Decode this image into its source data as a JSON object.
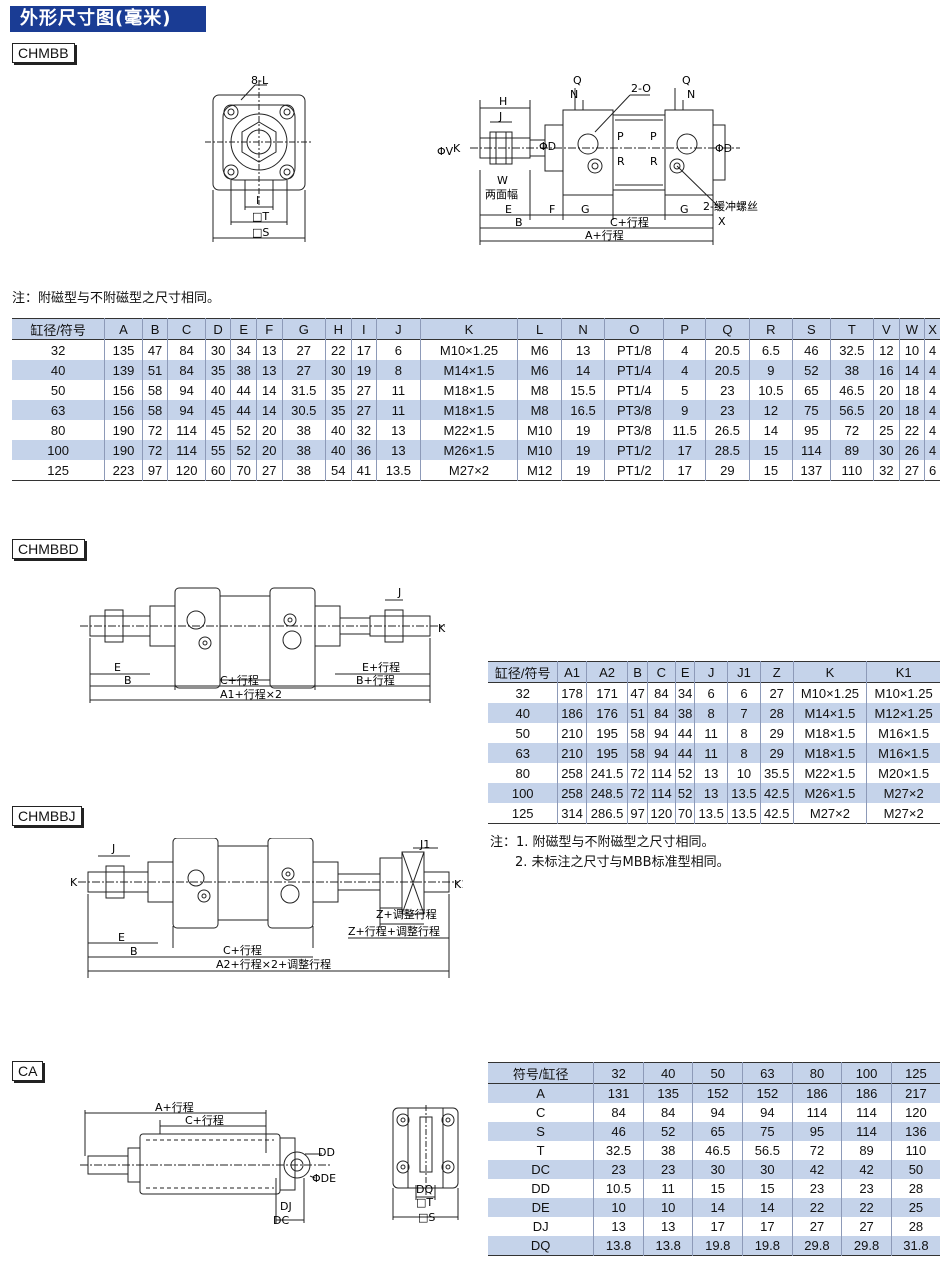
{
  "page": {
    "title": "外形尺寸图(毫米)"
  },
  "section1": {
    "label": "CHMBB",
    "front_labels": {
      "l": "8-L",
      "i": "I",
      "t": "□T",
      "s": "□S"
    },
    "side_labels": {
      "h": "H",
      "j": "J",
      "v": "ΦV",
      "k": "K",
      "d1": "ΦD",
      "w": "W",
      "wrench": "两面幅",
      "q1": "Q",
      "n1": "N",
      "o": "2-O",
      "p1": "P",
      "r1": "R",
      "q2": "Q",
      "n2": "N",
      "p2": "P",
      "r2": "R",
      "d2": "ΦD",
      "cushion": "2-缓冲螺丝",
      "x": "X",
      "e": "E",
      "f": "F",
      "g1": "G",
      "c": "C+行程",
      "g2": "G",
      "b": "B",
      "a": "A+行程"
    },
    "note": "注：附磁型与不附磁型之尺寸相同。",
    "table": {
      "headers": [
        "缸径/符号",
        "A",
        "B",
        "C",
        "D",
        "E",
        "F",
        "G",
        "H",
        "I",
        "J",
        "K",
        "L",
        "N",
        "O",
        "P",
        "Q",
        "R",
        "S",
        "T",
        "V",
        "W",
        "X"
      ],
      "rows": [
        [
          "32",
          "135",
          "47",
          "84",
          "30",
          "34",
          "13",
          "27",
          "22",
          "17",
          "6",
          "M10×1.25",
          "M6",
          "13",
          "PT1/8",
          "4",
          "20.5",
          "6.5",
          "46",
          "32.5",
          "12",
          "10",
          "4"
        ],
        [
          "40",
          "139",
          "51",
          "84",
          "35",
          "38",
          "13",
          "27",
          "30",
          "19",
          "8",
          "M14×1.5",
          "M6",
          "14",
          "PT1/4",
          "4",
          "20.5",
          "9",
          "52",
          "38",
          "16",
          "14",
          "4"
        ],
        [
          "50",
          "156",
          "58",
          "94",
          "40",
          "44",
          "14",
          "31.5",
          "35",
          "27",
          "11",
          "M18×1.5",
          "M8",
          "15.5",
          "PT1/4",
          "5",
          "23",
          "10.5",
          "65",
          "46.5",
          "20",
          "18",
          "4"
        ],
        [
          "63",
          "156",
          "58",
          "94",
          "45",
          "44",
          "14",
          "30.5",
          "35",
          "27",
          "11",
          "M18×1.5",
          "M8",
          "16.5",
          "PT3/8",
          "9",
          "23",
          "12",
          "75",
          "56.5",
          "20",
          "18",
          "4"
        ],
        [
          "80",
          "190",
          "72",
          "114",
          "45",
          "52",
          "20",
          "38",
          "40",
          "32",
          "13",
          "M22×1.5",
          "M10",
          "19",
          "PT3/8",
          "11.5",
          "26.5",
          "14",
          "95",
          "72",
          "25",
          "22",
          "4"
        ],
        [
          "100",
          "190",
          "72",
          "114",
          "55",
          "52",
          "20",
          "38",
          "40",
          "36",
          "13",
          "M26×1.5",
          "M10",
          "19",
          "PT1/2",
          "17",
          "28.5",
          "15",
          "114",
          "89",
          "30",
          "26",
          "4"
        ],
        [
          "125",
          "223",
          "97",
          "120",
          "60",
          "70",
          "27",
          "38",
          "54",
          "41",
          "13.5",
          "M27×2",
          "M12",
          "19",
          "PT1/2",
          "17",
          "29",
          "15",
          "137",
          "110",
          "32",
          "27",
          "6"
        ]
      ]
    }
  },
  "section2": {
    "label": "CHMBBD",
    "drawing_labels": {
      "j": "J",
      "k": "K",
      "e": "E",
      "e_stroke": "E+行程",
      "b": "B",
      "c": "C+行程",
      "b_stroke": "B+行程",
      "a1": "A1+行程×2"
    }
  },
  "section3": {
    "label": "CHMBBJ",
    "drawing_labels": {
      "j": "J",
      "k": "K",
      "j1": "J1",
      "k1": "K1",
      "z": "Z+调整行程",
      "z2": "Z+行程+调整行程",
      "e": "E",
      "c": "C+行程",
      "b": "B",
      "a2": "A2+行程×2+调整行程"
    }
  },
  "table2": {
    "headers": [
      "缸径/符号",
      "A1",
      "A2",
      "B",
      "C",
      "E",
      "J",
      "J1",
      "Z",
      "K",
      "K1"
    ],
    "rows": [
      [
        "32",
        "178",
        "171",
        "47",
        "84",
        "34",
        "6",
        "6",
        "27",
        "M10×1.25",
        "M10×1.25"
      ],
      [
        "40",
        "186",
        "176",
        "51",
        "84",
        "38",
        "8",
        "7",
        "28",
        "M14×1.5",
        "M12×1.25"
      ],
      [
        "50",
        "210",
        "195",
        "58",
        "94",
        "44",
        "11",
        "8",
        "29",
        "M18×1.5",
        "M16×1.5"
      ],
      [
        "63",
        "210",
        "195",
        "58",
        "94",
        "44",
        "11",
        "8",
        "29",
        "M18×1.5",
        "M16×1.5"
      ],
      [
        "80",
        "258",
        "241.5",
        "72",
        "114",
        "52",
        "13",
        "10",
        "35.5",
        "M22×1.5",
        "M20×1.5"
      ],
      [
        "100",
        "258",
        "248.5",
        "72",
        "114",
        "52",
        "13",
        "13.5",
        "42.5",
        "M26×1.5",
        "M27×2"
      ],
      [
        "125",
        "314",
        "286.5",
        "97",
        "120",
        "70",
        "13.5",
        "13.5",
        "42.5",
        "M27×2",
        "M27×2"
      ]
    ],
    "notes": [
      "注：1. 附磁型与不附磁型之尺寸相同。",
      "2. 未标注之尺寸与MBB标准型相同。"
    ]
  },
  "section4": {
    "label": "CA",
    "drawing_labels": {
      "a": "A+行程",
      "c": "C+行程",
      "dd": "DD",
      "de": "ΦDE",
      "dj": "DJ",
      "dc": "DC",
      "dq": "DQ",
      "t": "□T",
      "s": "□S"
    },
    "table": {
      "headers": [
        "符号/缸径",
        "32",
        "40",
        "50",
        "63",
        "80",
        "100",
        "125"
      ],
      "rows": [
        [
          "A",
          "131",
          "135",
          "152",
          "152",
          "186",
          "186",
          "217"
        ],
        [
          "C",
          "84",
          "84",
          "94",
          "94",
          "114",
          "114",
          "120"
        ],
        [
          "S",
          "46",
          "52",
          "65",
          "75",
          "95",
          "114",
          "136"
        ],
        [
          "T",
          "32.5",
          "38",
          "46.5",
          "56.5",
          "72",
          "89",
          "110"
        ],
        [
          "DC",
          "23",
          "23",
          "30",
          "30",
          "42",
          "42",
          "50"
        ],
        [
          "DD",
          "10.5",
          "11",
          "15",
          "15",
          "23",
          "23",
          "28"
        ],
        [
          "DE",
          "10",
          "10",
          "14",
          "14",
          "22",
          "22",
          "25"
        ],
        [
          "DJ",
          "13",
          "13",
          "17",
          "17",
          "27",
          "27",
          "28"
        ],
        [
          "DQ",
          "13.8",
          "13.8",
          "19.8",
          "19.8",
          "29.8",
          "29.8",
          "31.8"
        ]
      ]
    }
  }
}
